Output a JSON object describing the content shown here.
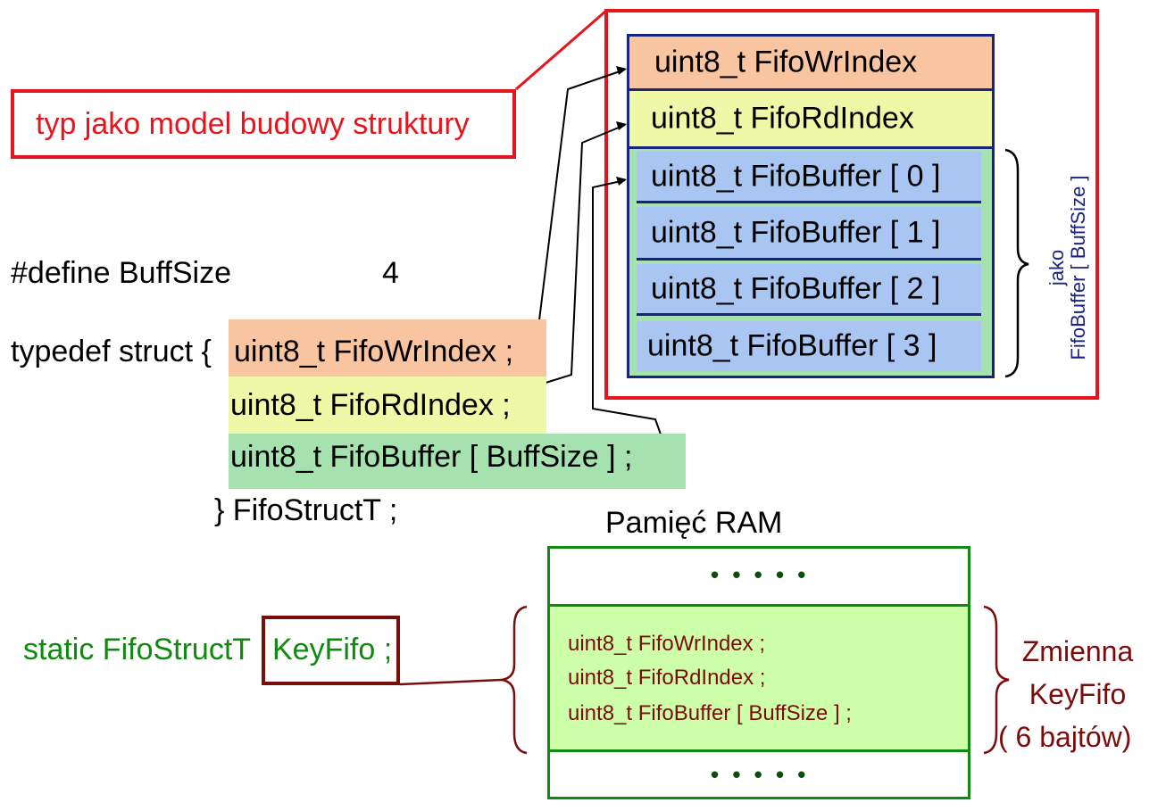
{
  "title_box": {
    "text": "typ jako model budowy struktury"
  },
  "define": {
    "keyword": "#define BuffSize",
    "value": "4"
  },
  "typedef": {
    "open": "typedef struct {",
    "field_wr": "uint8_t FifoWrIndex ;",
    "field_rd": "uint8_t  FifoRdIndex ;",
    "field_buf": "uint8_t  FifoBuffer [ BuffSize ] ;",
    "close": "} FifoStructT ;"
  },
  "struct_model": {
    "cells": [
      "uint8_t FifoWrIndex",
      "uint8_t  FifoRdIndex",
      "uint8_t  FifoBuffer [ 0 ]",
      "uint8_t  FifoBuffer [ 1 ]",
      "uint8_t  FifoBuffer [ 2 ]",
      "uint8_t  FifoBuffer [ 3 ]"
    ],
    "brace_label_1": "jako",
    "brace_label_2": "FifoBuffer [ BuffSize ]"
  },
  "declaration": {
    "prefix": "static FifoStructT",
    "name": "KeyFifo ;"
  },
  "ram": {
    "title": "Pamięć RAM",
    "dots_top": "• • • • •",
    "dots_bottom": "• • • • •",
    "lines": [
      "uint8_t FifoWrIndex ;",
      "uint8_t  FifoRdIndex ;",
      "uint8_t  FifoBuffer [ BuffSize ] ;"
    ],
    "var_label_1": "Zmienna",
    "var_label_2": "KeyFifo",
    "var_label_3": "( 6 bajtów)"
  },
  "colors": {
    "red": "#e8141b",
    "wr_fill": "#f9c4a0",
    "rd_fill": "#eef8a6",
    "buf_fill": "#a6e2b0",
    "cell_blue": "#a9c6f2",
    "navy": "#1a237e",
    "green": "#0f8a0f",
    "dark_red": "#7a0c0c",
    "ram_fill": "#ccffa8"
  }
}
